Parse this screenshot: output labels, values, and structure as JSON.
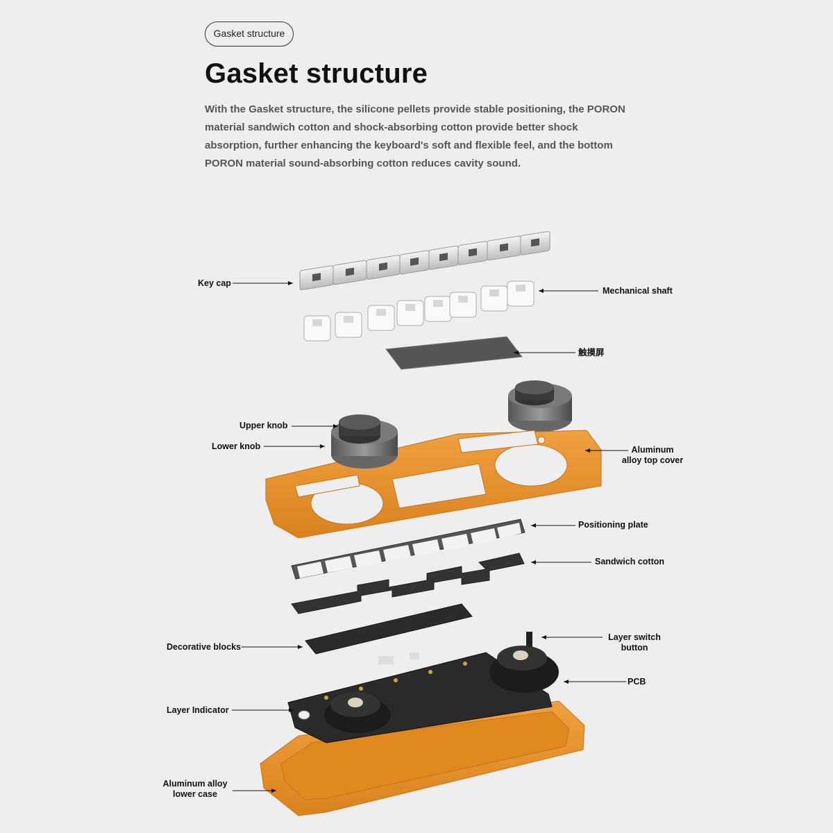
{
  "badge": "Gasket structure",
  "title": "Gasket structure",
  "description": "With the Gasket structure, the silicone pellets provide stable positioning, the PORON material sandwich cotton and shock-absorbing cotton provide better shock absorption, further enhancing the keyboard's soft and flexible feel, and the bottom PORON material sound-absorbing cotton reduces cavity sound.",
  "colors": {
    "background": "#eeeeee",
    "accent_orange": "#e8932e",
    "dark_part": "#2b2b2b"
  },
  "labels": {
    "key_cap": "Key cap",
    "mechanical_shaft": "Mechanical shaft",
    "touch_screen": "触摸屏",
    "upper_knob": "Upper knob",
    "lower_knob": "Lower knob",
    "aluminum_top_cover_1": "Aluminum",
    "aluminum_top_cover_2": "alloy top cover",
    "positioning_plate": "Positioning plate",
    "sandwich_cotton": "Sandwich cotton",
    "decorative_blocks": "Decorative blocks",
    "layer_switch_1": "Layer switch",
    "layer_switch_2": "button",
    "pcb": "PCB",
    "layer_indicator": "Layer Indicator",
    "lower_case_1": "Aluminum alloy",
    "lower_case_2": "lower case"
  }
}
